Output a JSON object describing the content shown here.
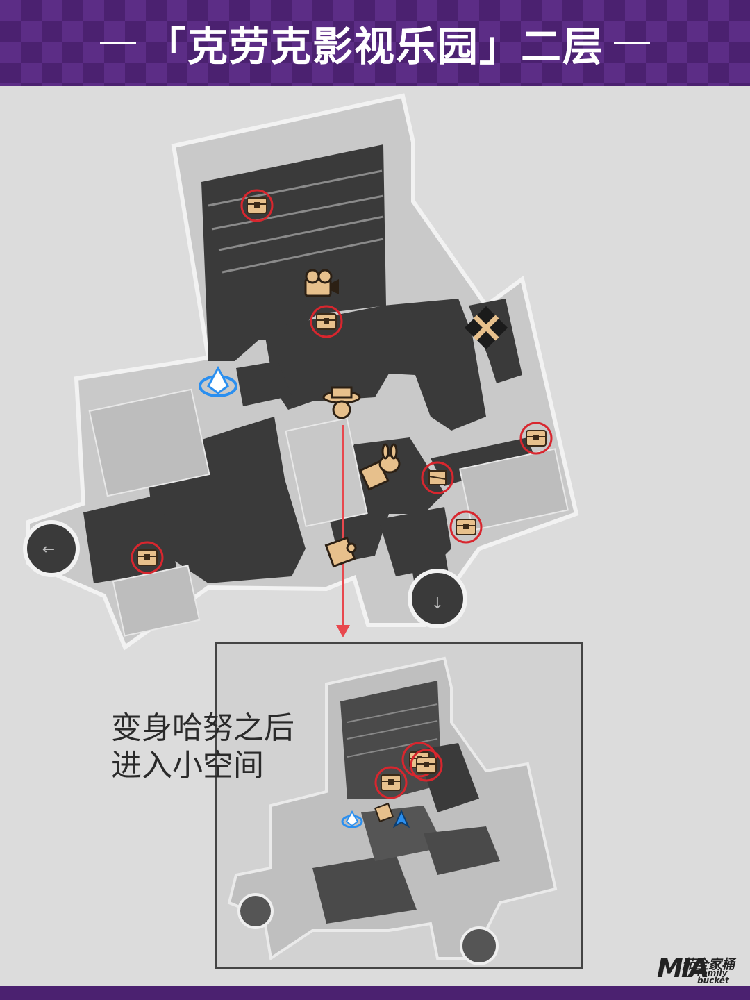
{
  "header": {
    "title": "「克劳克影视乐园」二层"
  },
  "caption": {
    "line1": "变身哈努之后",
    "line2": "进入小空间"
  },
  "logo": {
    "mark": "MIA",
    "cn": "茄全家桶",
    "en": "Family bucket"
  },
  "watermark": "米茄全家桶",
  "colors": {
    "header_purple": "#5c2d86",
    "floor_dark": "#3a3a3a",
    "wall_light": "#c4c4c4",
    "chest_highlight": "#d8262e",
    "icon_tan": "#e7c08c",
    "teleport_blue": "#2a8ff0",
    "route_arrow": "#e8484e"
  },
  "markers": {
    "chests": [
      "chest-icon",
      "chest-icon",
      "chest-icon",
      "chest-icon",
      "chest-icon",
      "chest-icon"
    ],
    "special": [
      "camera-quest-icon",
      "crossed-swords-icon",
      "space-anchor-icon",
      "detective-icon",
      "bunny-puzzle-icon",
      "puzzle-piece-icon",
      "trash-bin-icon"
    ]
  }
}
